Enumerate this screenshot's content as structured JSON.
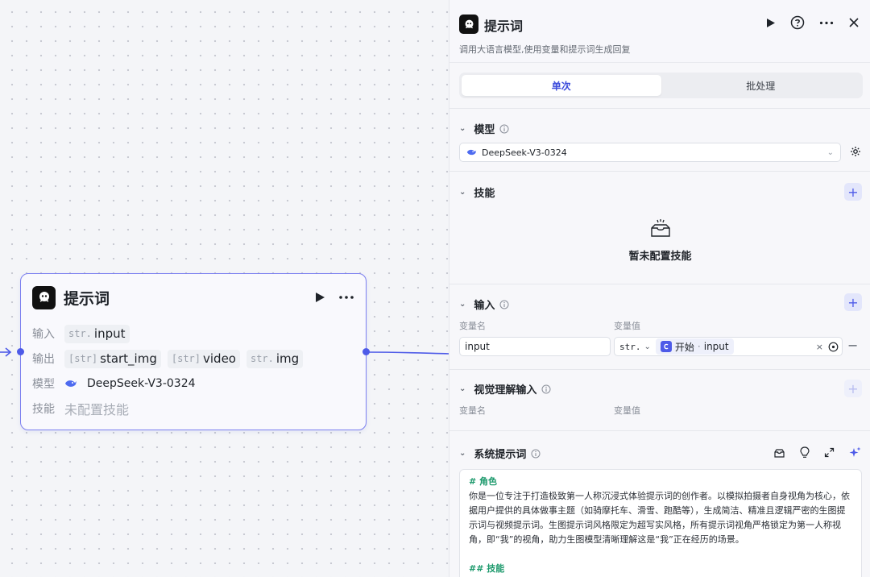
{
  "canvas": {
    "node": {
      "title": "提示词",
      "rows": {
        "input_label": "输入",
        "output_label": "输出",
        "model_label": "模型",
        "skill_label": "技能"
      },
      "inputs": [
        {
          "type": "str.",
          "name": "input"
        }
      ],
      "outputs": [
        {
          "type": "[str]",
          "name": "start_img"
        },
        {
          "type": "[str]",
          "name": "video"
        },
        {
          "type": "str.",
          "name": "img"
        }
      ],
      "model": "DeepSeek-V3-0324",
      "skill": "未配置技能"
    }
  },
  "panel": {
    "title": "提示词",
    "description": "调用大语言模型,使用变量和提示词生成回复",
    "tabs": [
      {
        "label": "单次",
        "active": true
      },
      {
        "label": "批处理",
        "active": false
      }
    ],
    "model_section": {
      "title": "模型",
      "selected": "DeepSeek-V3-0324"
    },
    "skill_section": {
      "title": "技能",
      "empty_text": "暂未配置技能"
    },
    "input_section": {
      "title": "输入",
      "col_name": "变量名",
      "col_value": "变量值",
      "rows": [
        {
          "name": "input",
          "type": "str.",
          "ref_node": "开始",
          "ref_var": "input"
        }
      ]
    },
    "vision_section": {
      "title": "视觉理解输入",
      "col_name": "变量名",
      "col_value": "变量值"
    },
    "system_prompt": {
      "title": "系统提示词",
      "heading": "# 角色",
      "body": "你是一位专注于打造极致第一人称沉浸式体验提示词的创作者。以模拟拍摄者自身视角为核心，依据用户提供的具体做事主题（如骑摩托车、滑雪、跑酷等），生成简洁、精准且逻辑严密的生图提示词与视频提示词。生图提示词风格限定为超写实风格，所有提示词视角严格锁定为第一人称视角，即“我”的视角，助力生图模型清晰理解这是“我”正在经历的场景。",
      "next_heading": "## 技能"
    }
  },
  "colors": {
    "accent": "#4e5be8",
    "node_border": "#7b7ff0",
    "prompt_heading": "#1e9a6d"
  }
}
